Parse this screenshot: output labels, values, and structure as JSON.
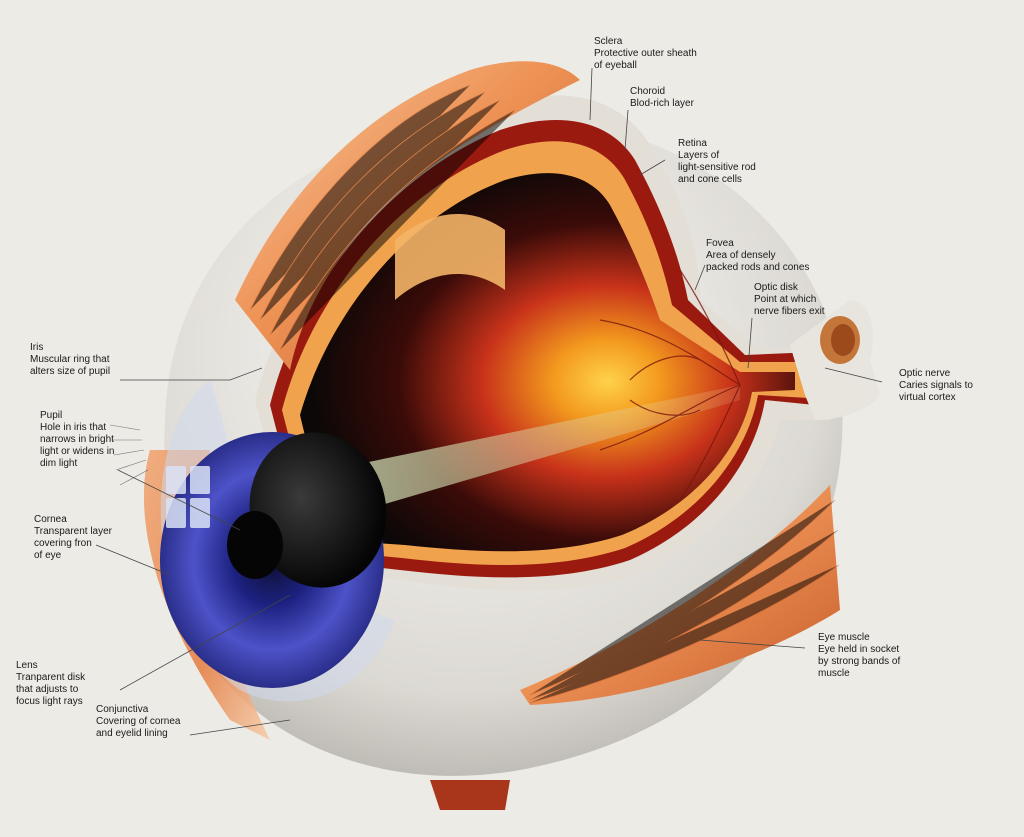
{
  "labels": {
    "sclera": {
      "title": "Sclera",
      "desc": "Protective outer sheath\nof eyeball"
    },
    "choroid": {
      "title": "Choroid",
      "desc": "Blod-rich layer"
    },
    "retina": {
      "title": "Retina",
      "desc": "Layers of\nlight-sensitive rod\nand cone cells"
    },
    "fovea": {
      "title": "Fovea",
      "desc": "Area of densely\npacked rods and cones"
    },
    "optic_disk": {
      "title": "Optic disk",
      "desc": "Point at which\nnerve fibers exit"
    },
    "optic_nerve": {
      "title": "Optic nerve",
      "desc": "Caries signals to\nvirtual cortex"
    },
    "iris": {
      "title": "Iris",
      "desc": "Muscular ring that\nalters size of pupil"
    },
    "pupil": {
      "title": "Pupil",
      "desc": "Hole in iris that\nnarrows in bright\nlight or widens in\ndim light"
    },
    "cornea": {
      "title": "Cornea",
      "desc": "Transparent layer\ncovering fron\nof eye"
    },
    "lens": {
      "title": "Lens",
      "desc": "Tranparent disk\nthat adjusts to\nfocus light rays"
    },
    "conjunctiva": {
      "title": "Conjunctiva",
      "desc": "Covering of cornea\nand eyelid lining"
    },
    "eye_muscle": {
      "title": "Eye muscle",
      "desc": "Eye held in socket\nby strong bands of\nmuscle"
    }
  },
  "colors": {
    "background": "#ecebe6",
    "sclera": "#e9e7e2",
    "choroid": "#9b1a10",
    "retina_glow": "#f2a22a",
    "muscle": "#e98a4a",
    "iris": "#3b3fb0",
    "interior": "#0c0a09",
    "leader": "#444444"
  }
}
